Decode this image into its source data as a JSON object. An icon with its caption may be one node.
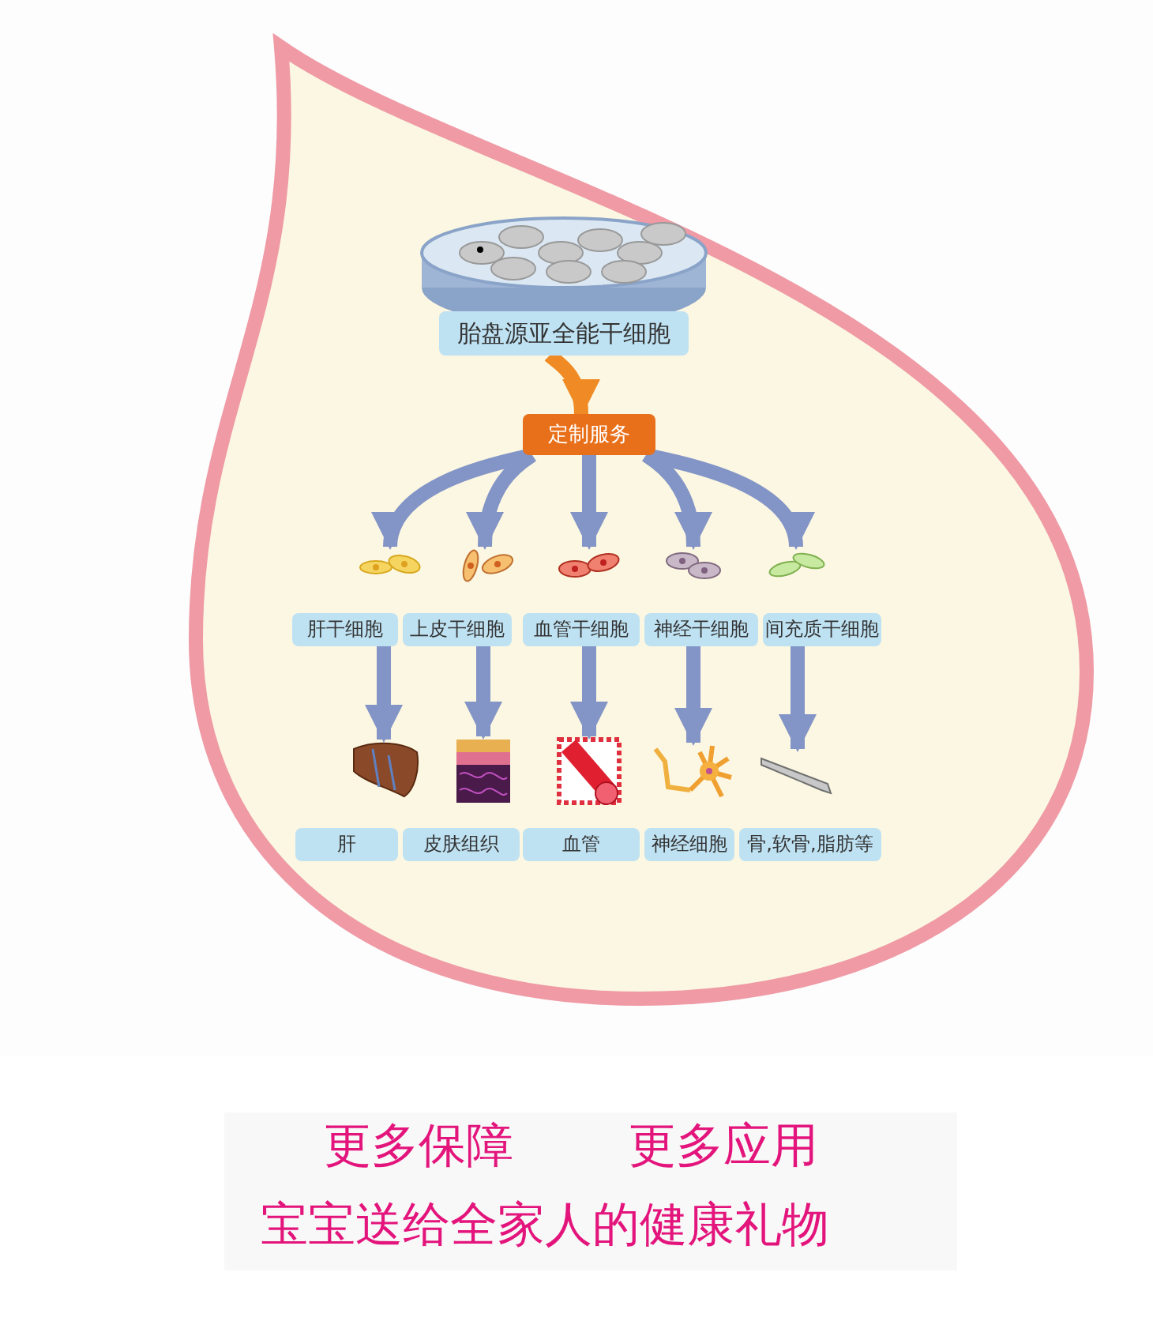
{
  "diagram": {
    "nodes": [
      {
        "text": [
          "胎盘源亚全能干细胞"
        ]
      },
      {
        "text": [
          "定制服务"
        ]
      },
      {
        "text": [],
        "shape": "picture"
      },
      {
        "text": [],
        "shape": "picture"
      },
      {
        "text": [],
        "shape": "picture"
      },
      {
        "text": [],
        "shape": "picture"
      },
      {
        "text": [],
        "shape": "picture"
      },
      {
        "text": [
          "肝干细胞"
        ]
      },
      {
        "text": [
          "上皮干细胞"
        ]
      },
      {
        "text": [
          "血管干细胞"
        ]
      },
      {
        "text": [
          "神经干细胞"
        ]
      },
      {
        "text": [
          "间充质干细胞"
        ]
      },
      {
        "text": [],
        "shape": "picture"
      },
      {
        "text": [],
        "shape": "picture"
      },
      {
        "text": [],
        "shape": "picture"
      },
      {
        "text": [],
        "shape": "picture"
      },
      {
        "text": [],
        "shape": "picture"
      },
      {
        "text": [
          "肝"
        ]
      },
      {
        "text": [
          "皮肤组织"
        ]
      },
      {
        "text": [
          "血管"
        ]
      },
      {
        "text": [
          "神经细胞"
        ]
      },
      {
        "text": [
          "骨,软骨,脂肪等"
        ]
      }
    ],
    "edges": [
      {
        "from": 0,
        "to": 1,
        "arrow": "to",
        "color": "#f08a24"
      },
      {
        "from": 1,
        "to": 2,
        "arrow": "to"
      },
      {
        "from": 1,
        "to": 3,
        "arrow": "to"
      },
      {
        "from": 1,
        "to": 4,
        "arrow": "to"
      },
      {
        "from": 1,
        "to": 5,
        "arrow": "to"
      },
      {
        "from": 1,
        "to": 6,
        "arrow": "to"
      },
      {
        "from": 7,
        "to": 12,
        "arrow": "to"
      },
      {
        "from": 8,
        "to": 13,
        "arrow": "to"
      },
      {
        "from": 9,
        "to": 14,
        "arrow": "to"
      },
      {
        "from": 10,
        "to": 15,
        "arrow": "to"
      },
      {
        "from": 11,
        "to": 16,
        "arrow": "to"
      }
    ],
    "labels": [
      "更多保障",
      "更多应用",
      "宝宝送给全家人的健康礼物"
    ]
  }
}
